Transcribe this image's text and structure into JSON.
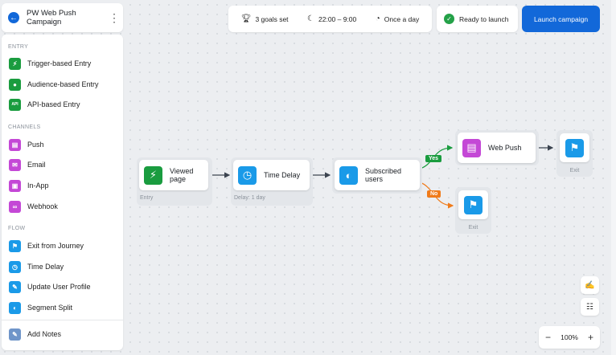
{
  "sidebar": {
    "title": "PW Web Push Campaign",
    "sections": {
      "entry": "ENTRY",
      "channels": "CHANNELS",
      "flow": "FLOW"
    },
    "entry_items": [
      "Trigger-based Entry",
      "Audience-based Entry",
      "API-based Entry"
    ],
    "channel_items": [
      "Push",
      "Email",
      "In-App",
      "Webhook"
    ],
    "flow_items": [
      "Exit from Journey",
      "Time Delay",
      "Update User Profile",
      "Segment Split"
    ],
    "add_notes": "Add Notes",
    "api_glyph": "API"
  },
  "topbar": {
    "goals": "3 goals set",
    "time": "22:00 – 9:00",
    "frequency": "Once a day",
    "ready": "Ready to launch",
    "launch": "Launch campaign"
  },
  "nodes": {
    "entry": {
      "label": "Viewed page",
      "sub": "Entry"
    },
    "delay": {
      "label": "Time Delay",
      "sub": "Delay: 1 day"
    },
    "split": {
      "label": "Subscribed users"
    },
    "webpush": {
      "label": "Web Push"
    },
    "exit_top": "Exit",
    "exit_bottom": "Exit",
    "yes": "Yes",
    "no": "No"
  },
  "zoom": {
    "level": "100%",
    "minus": "−",
    "plus": "+"
  },
  "colors": {
    "brand": "#1268d9",
    "entry": "#1a9c3f",
    "channel": "#c448d6",
    "flow": "#1a9ae8",
    "yes": "#1a9c3f",
    "no": "#f07b1a"
  }
}
